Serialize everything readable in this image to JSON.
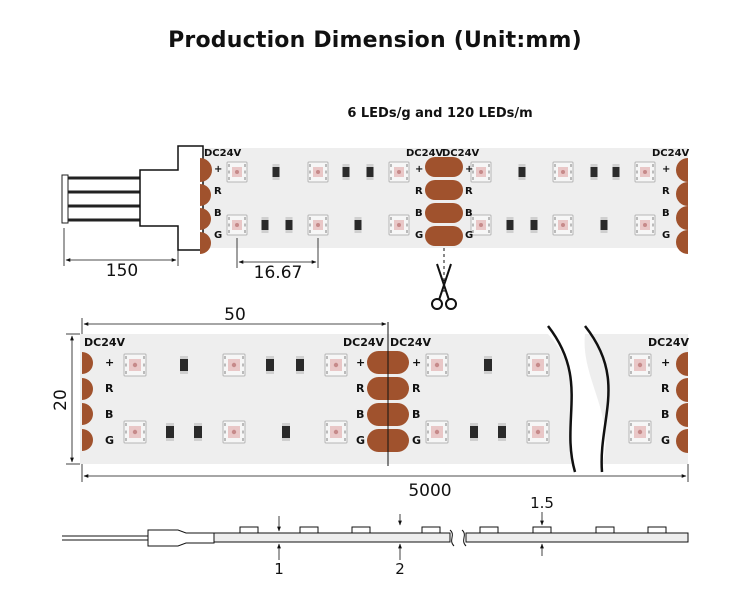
{
  "title": "Production Dimension (Unit:mm)",
  "subtitle": "6 LEDs/g and 120 LEDs/m",
  "labels": {
    "voltage": "DC24V",
    "plus": "+",
    "r": "R",
    "b": "B",
    "g": "G"
  },
  "dimensions": {
    "wire_length": "150",
    "led_pitch": "16.67",
    "cut_unit": "50",
    "strip_width": "20",
    "strip_length": "5000",
    "component_height": "1.5",
    "pcb_thickness": "1",
    "total_thickness": "2"
  },
  "colors": {
    "pcb": "#eeeeee",
    "pad": "#a0522d",
    "wire": "#222222",
    "led_chip": "#e9c7c7"
  }
}
